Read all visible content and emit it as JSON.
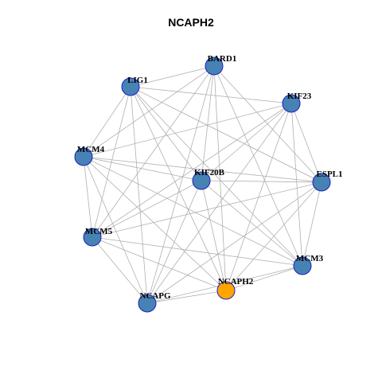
{
  "title": "NCAPH2",
  "colors": {
    "node_fill": "#4682b4",
    "node_stroke": "#1f1fbf",
    "hub_fill": "#ffa500",
    "hub_stroke": "#1f1fbf",
    "edge": "#b0b0b0"
  },
  "nodes": [
    {
      "id": "BARD1",
      "label": "BARD1",
      "hub": false
    },
    {
      "id": "LIG1",
      "label": "LIG1",
      "hub": false
    },
    {
      "id": "KIF23",
      "label": "KIF23",
      "hub": false
    },
    {
      "id": "MCM4",
      "label": "MCM4",
      "hub": false
    },
    {
      "id": "KIF20B",
      "label": "KIF20B",
      "hub": false
    },
    {
      "id": "ESPL1",
      "label": "ESPL1",
      "hub": false
    },
    {
      "id": "MCM5",
      "label": "MCM5",
      "hub": false
    },
    {
      "id": "MCM3",
      "label": "MCM3",
      "hub": false
    },
    {
      "id": "NCAPH2",
      "label": "NCAPH2",
      "hub": true
    },
    {
      "id": "NCAPG",
      "label": "NCAPG",
      "hub": false
    }
  ],
  "edges": [
    [
      "BARD1",
      "LIG1"
    ],
    [
      "BARD1",
      "MCM4"
    ],
    [
      "BARD1",
      "KIF20B"
    ],
    [
      "BARD1",
      "ESPL1"
    ],
    [
      "BARD1",
      "MCM5"
    ],
    [
      "BARD1",
      "MCM3"
    ],
    [
      "BARD1",
      "NCAPH2"
    ],
    [
      "BARD1",
      "NCAPG"
    ],
    [
      "LIG1",
      "KIF23"
    ],
    [
      "LIG1",
      "MCM4"
    ],
    [
      "LIG1",
      "KIF20B"
    ],
    [
      "LIG1",
      "ESPL1"
    ],
    [
      "LIG1",
      "MCM5"
    ],
    [
      "LIG1",
      "MCM3"
    ],
    [
      "LIG1",
      "NCAPH2"
    ],
    [
      "LIG1",
      "NCAPG"
    ],
    [
      "KIF23",
      "MCM4"
    ],
    [
      "KIF23",
      "KIF20B"
    ],
    [
      "KIF23",
      "ESPL1"
    ],
    [
      "KIF23",
      "MCM5"
    ],
    [
      "KIF23",
      "MCM3"
    ],
    [
      "KIF23",
      "NCAPH2"
    ],
    [
      "KIF23",
      "NCAPG"
    ],
    [
      "MCM4",
      "KIF20B"
    ],
    [
      "MCM4",
      "ESPL1"
    ],
    [
      "MCM4",
      "MCM5"
    ],
    [
      "MCM4",
      "MCM3"
    ],
    [
      "MCM4",
      "NCAPH2"
    ],
    [
      "MCM4",
      "NCAPG"
    ],
    [
      "KIF20B",
      "ESPL1"
    ],
    [
      "KIF20B",
      "MCM5"
    ],
    [
      "KIF20B",
      "MCM3"
    ],
    [
      "KIF20B",
      "NCAPH2"
    ],
    [
      "KIF20B",
      "NCAPG"
    ],
    [
      "ESPL1",
      "MCM5"
    ],
    [
      "ESPL1",
      "MCM3"
    ],
    [
      "ESPL1",
      "NCAPH2"
    ],
    [
      "ESPL1",
      "NCAPG"
    ],
    [
      "MCM5",
      "MCM3"
    ],
    [
      "MCM5",
      "NCAPH2"
    ],
    [
      "MCM5",
      "NCAPG"
    ],
    [
      "MCM3",
      "NCAPH2"
    ],
    [
      "MCM3",
      "NCAPG"
    ],
    [
      "NCAPH2",
      "NCAPG"
    ]
  ]
}
